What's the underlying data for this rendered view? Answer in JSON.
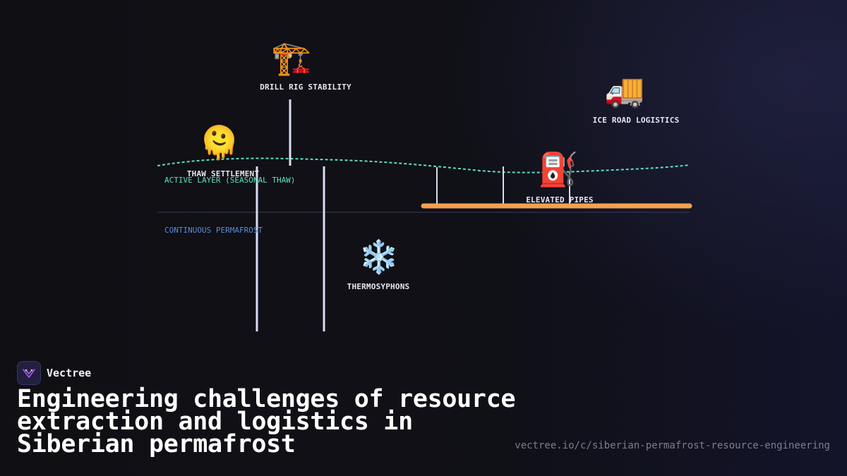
{
  "brand": {
    "name": "Vectree"
  },
  "title": "Engineering challenges of resource extraction and logistics in Siberian permafrost",
  "url": "vectree.io/c/siberian-permafrost-resource-engineering",
  "diagram": {
    "zones": {
      "active_layer": "ACTIVE LAYER (SEASONAL THAW)",
      "permafrost": "CONTINUOUS PERMAFROST"
    },
    "items": {
      "drill_rig": {
        "label": "DRILL RIG STABILITY",
        "icon": "construction-crane-icon",
        "glyph": "🏗️"
      },
      "ice_road": {
        "label": "ICE ROAD LOGISTICS",
        "icon": "delivery-truck-icon",
        "glyph": "🚚"
      },
      "thaw": {
        "label": "THAW SETTLEMENT",
        "icon": "melting-face-icon",
        "glyph": "🫠"
      },
      "pipes": {
        "label": "ELEVATED PIPES",
        "icon": "fuel-pump-icon",
        "glyph": "⛽"
      },
      "thermo": {
        "label": "THERMOSYPHONS",
        "icon": "snowflake-icon",
        "glyph": "❄️"
      }
    },
    "colors": {
      "active_layer": "#5ee0c0",
      "permafrost": "#5a8ad8",
      "pipe": "#f5a04e",
      "pile": "#d8dcf5",
      "boundary": "#2e3550"
    }
  }
}
